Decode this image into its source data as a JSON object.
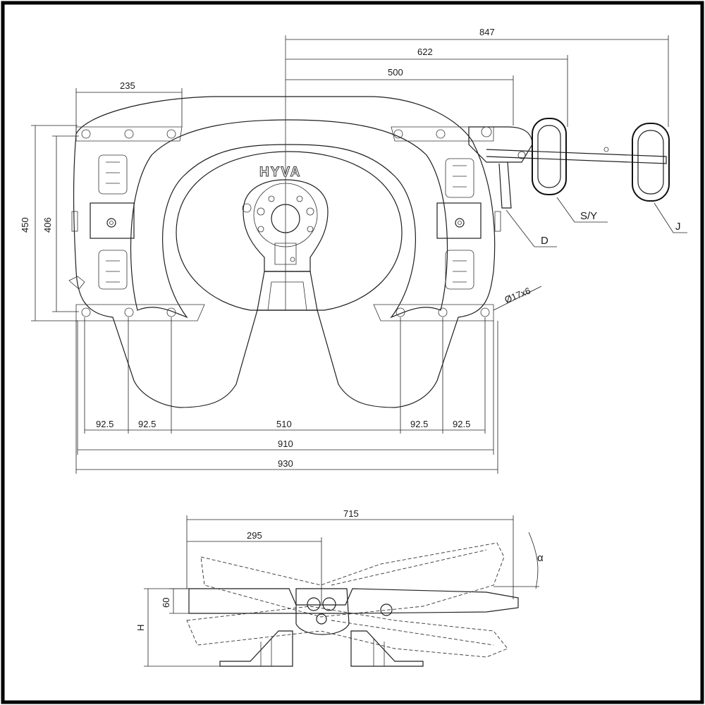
{
  "brand": {
    "logo": "HYVA"
  },
  "top_view": {
    "dimensions": {
      "d847": "847",
      "d622": "622",
      "d500": "500",
      "d235": "235",
      "d450": "450",
      "d406": "406",
      "d92_5_a": "92.5",
      "d92_5_b": "92.5",
      "d510": "510",
      "d92_5_c": "92.5",
      "d92_5_d": "92.5",
      "d910": "910",
      "d930": "930",
      "hole": "Ø17x6"
    },
    "labels": {
      "sy": "S/Y",
      "j": "J",
      "d": "D"
    }
  },
  "side_view": {
    "dimensions": {
      "d715": "715",
      "d295": "295",
      "d60": "60",
      "h": "H",
      "alpha": "α"
    }
  }
}
